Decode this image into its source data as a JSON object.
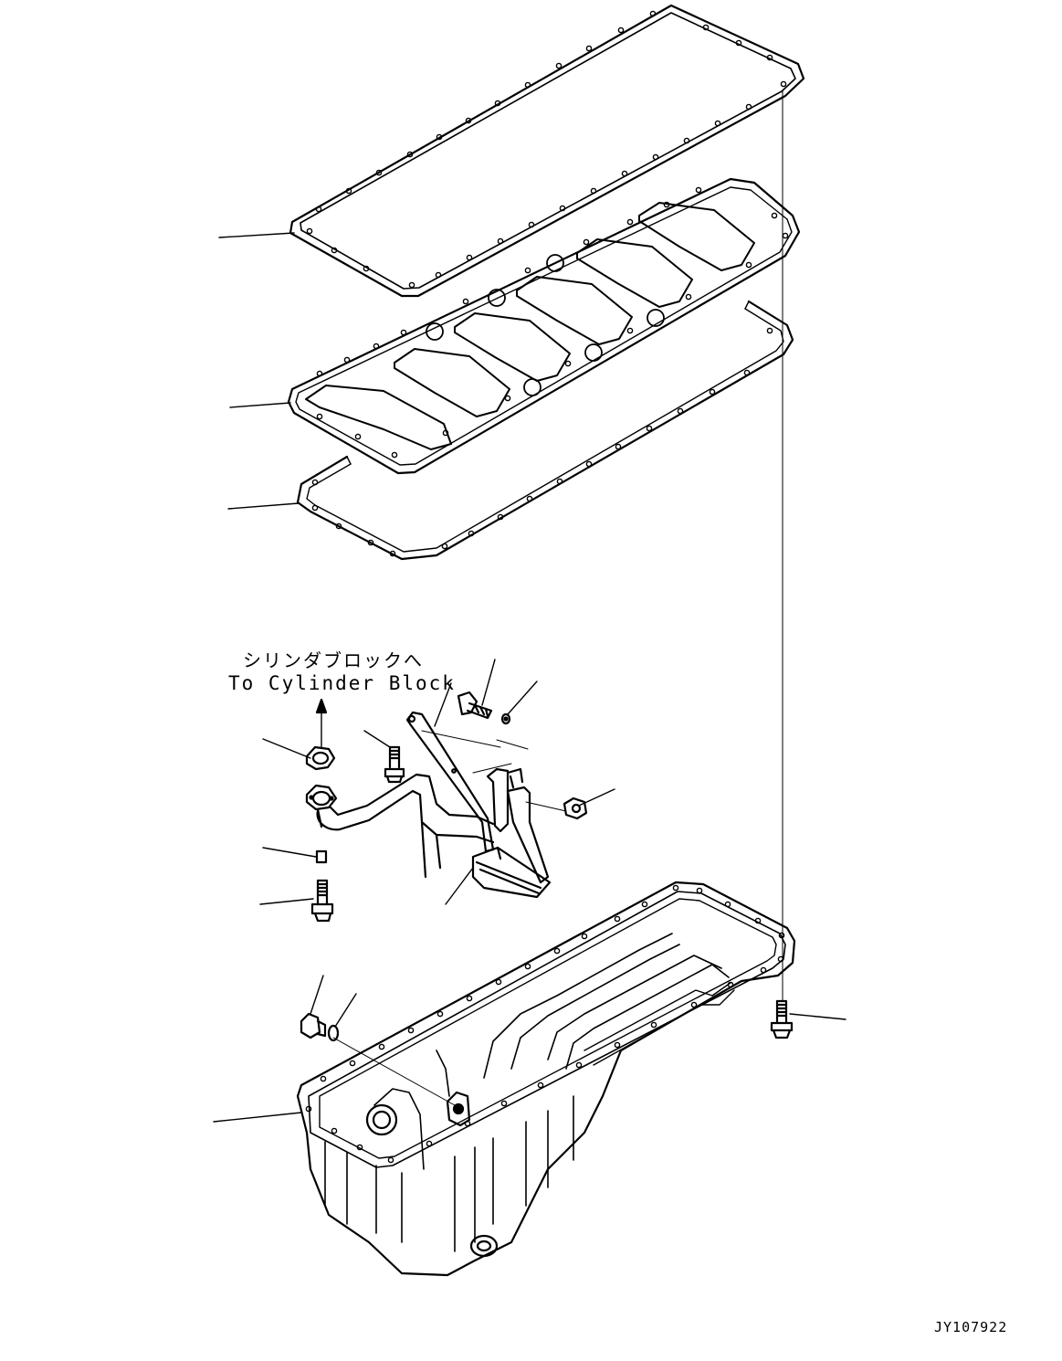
{
  "annotation": {
    "direction_jp": "シリンダブロックへ",
    "direction_en": "To Cylinder Block"
  },
  "figure_code": "JY107922",
  "parts": [
    "upper-gasket",
    "plate-gasket",
    "lower-gasket",
    "suction-tube",
    "tube-bracket",
    "bolts",
    "washer",
    "nut",
    "drain-plug",
    "o-ring",
    "oil-pan"
  ],
  "colors": {
    "line": "#000000",
    "background": "#ffffff"
  }
}
